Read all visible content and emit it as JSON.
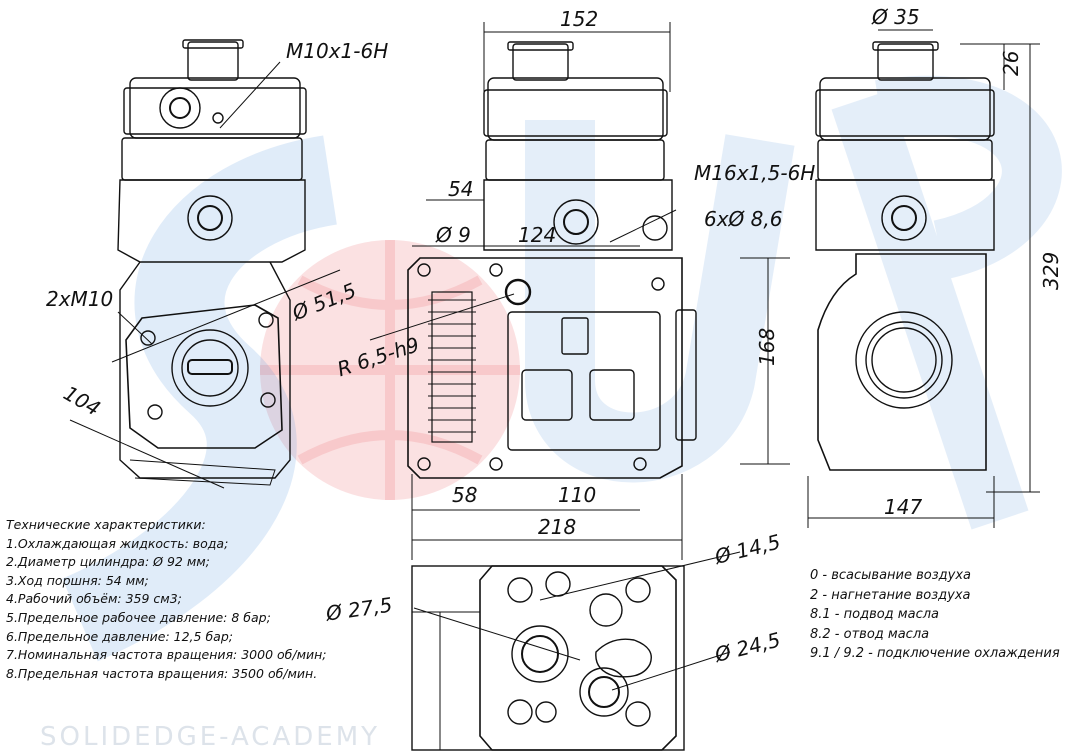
{
  "brand_colors": {
    "blue": "#4a90d9",
    "red": "#e8454a"
  },
  "dimensions": {
    "d35": "Ø 35",
    "d26": "26",
    "d152": "152",
    "m10x1": "M10x1-6H",
    "m16": "M16x1,5-6H",
    "d54": "54",
    "d9": "Ø 9",
    "d124": "124",
    "holes": "6xØ 8,6",
    "d329": "329",
    "d515": "Ø 51,5",
    "r65": "R 6,5-h9",
    "m10": "2xM10",
    "d168": "168",
    "d104": "104",
    "d58": "58",
    "d110": "110",
    "d218": "218",
    "d147": "147",
    "d145": "Ø 14,5",
    "d275": "Ø 27,5",
    "d245": "Ø 24,5"
  },
  "specs": {
    "title": "Технические характеристики:",
    "items": [
      "1.Охлаждающая жидкость: вода;",
      "2.Диаметр цилиндра: Ø 92 мм;",
      "3.Ход поршня: 54 мм;",
      "4.Рабочий объём: 359 см3;",
      "5.Предельное рабочее давление: 8 бар;",
      "6.Предельное давление: 12,5 бар;",
      "7.Номинальная частота вращения: 3000 об/мин;",
      "8.Предельная частота вращения: 3500 об/мин."
    ]
  },
  "legend": [
    "0 - всасывание воздуха",
    "2 - нагнетание воздуха",
    "8.1 - подвод масла",
    "8.2 - отвод масла",
    "9.1 / 9.2 - подключение охлаждения"
  ],
  "watermark": "SOLIDEDGE-ACADEMY"
}
